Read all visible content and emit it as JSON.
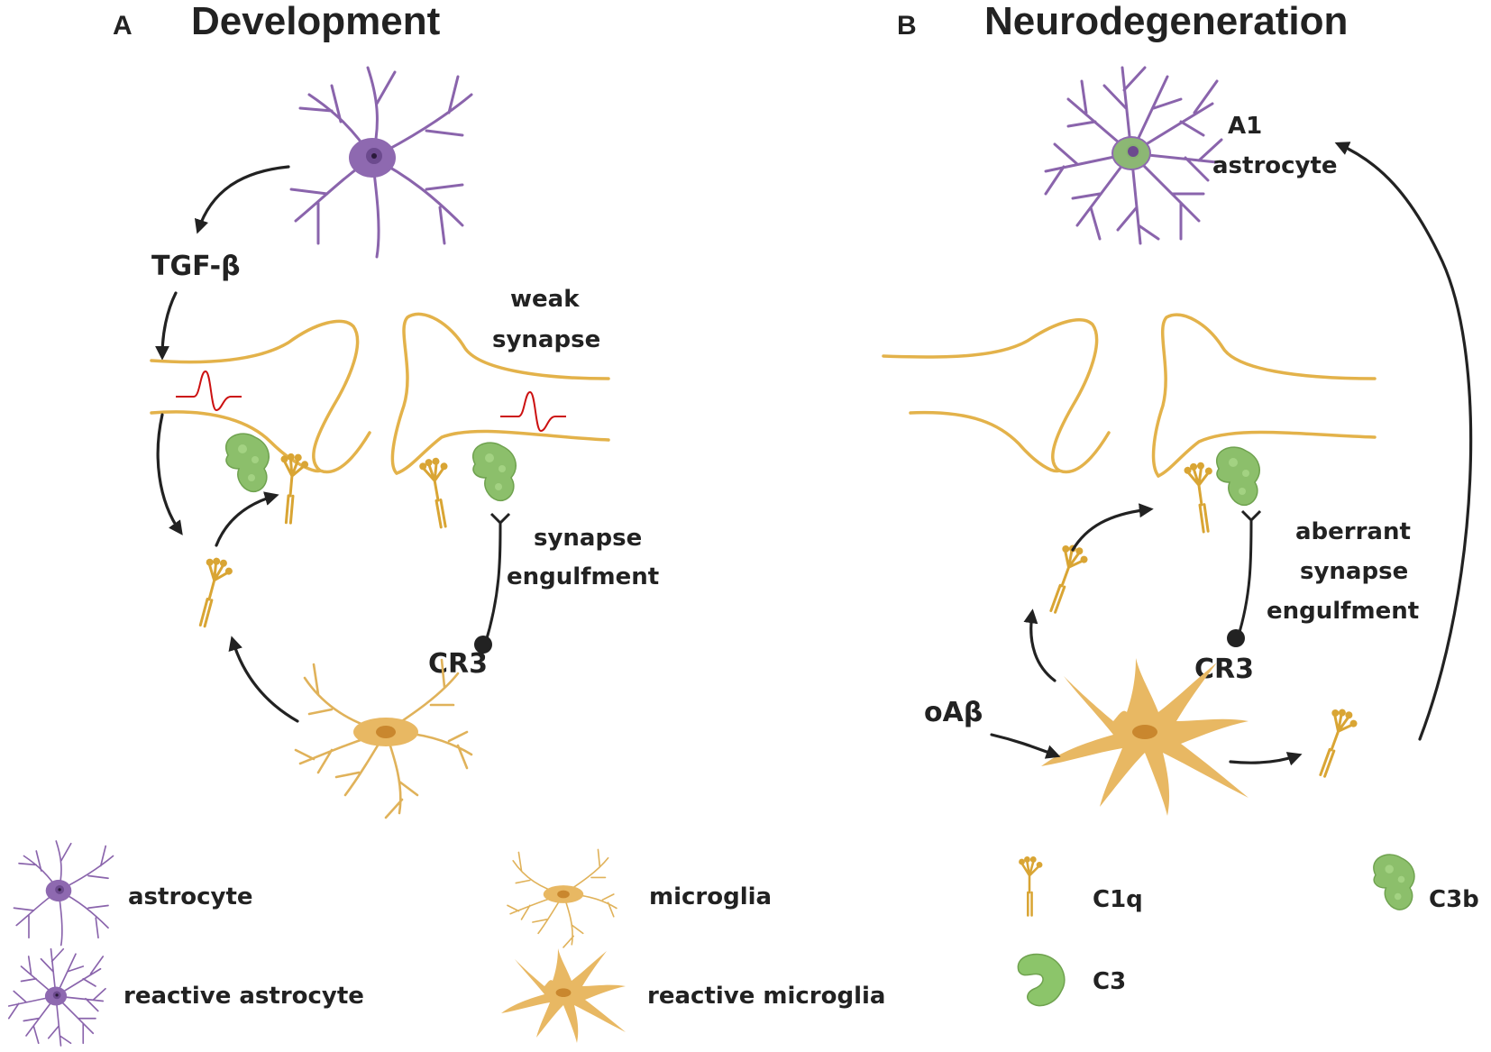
{
  "panels": {
    "a": {
      "letter": "A",
      "title": "Development"
    },
    "b": {
      "letter": "B",
      "title": "Neurodegeneration"
    }
  },
  "labels": {
    "tgf": "TGF-β",
    "weak_synapse_line1": "weak",
    "weak_synapse_line2": "synapse",
    "engulf_line1": "synapse",
    "engulf_line2": "engulfment",
    "cr3_a": "CR3",
    "a1_line1": "A1",
    "a1_line2": "astrocyte",
    "aberrant_line1": "aberrant",
    "aberrant_line2": "synapse",
    "aberrant_line3": "engulfment",
    "cr3_b": "CR3",
    "oab": "oAβ"
  },
  "legend": {
    "astrocyte": "astrocyte",
    "reactive_astrocyte": "reactive astrocyte",
    "microglia": "microglia",
    "reactive_microglia": "reactive microglia",
    "c1q": "C1q",
    "c3": "C3",
    "c3b": "C3b"
  },
  "colors": {
    "astrocyte": "#8e69b0",
    "microglia": "#e8b863",
    "membrane": "#e3b24a",
    "c1q": "#d9a534",
    "c3": "#8cc56a",
    "action_potential": "#cc1111"
  }
}
